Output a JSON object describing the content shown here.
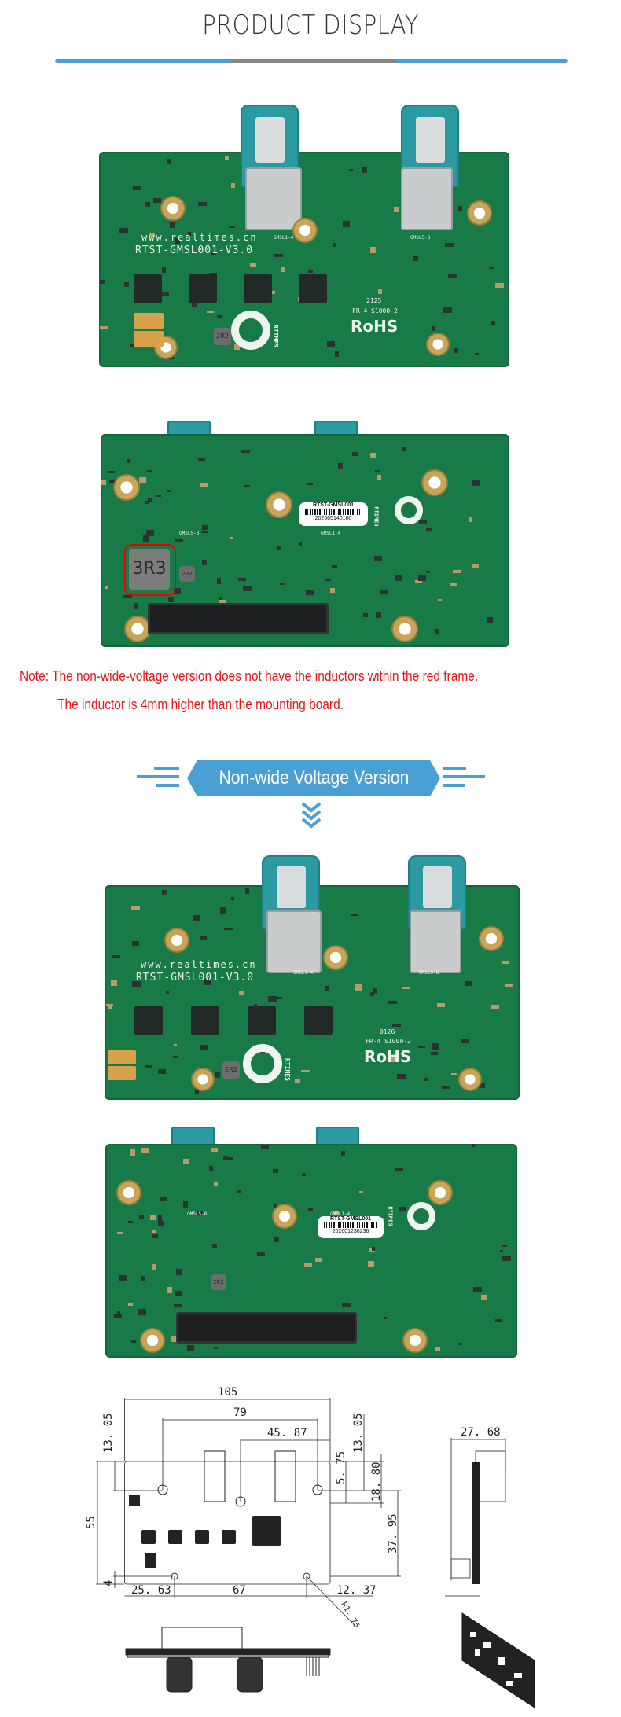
{
  "header": {
    "title": "PRODUCT DISPLAY",
    "colors": {
      "accent": "#4aa0d5",
      "divider_mid": "#858585"
    }
  },
  "boards": {
    "wide_front": {
      "website": "www.realtimes.cn",
      "model": "RTST-GMSL001-V3.0",
      "port_left": "GMSL1-4",
      "port_right": "GMSL5-8",
      "date_code": "2125",
      "material": "FR-4  S1000-2",
      "rohs": "RoHS",
      "brand": "RTIMES",
      "inductor_small": "2R2"
    },
    "wide_back": {
      "port_left": "GMSL5-8",
      "port_right": "GMSL1-4",
      "label_model": "RTST-GMSL001",
      "serial": "202505140160",
      "inductor_large": "3R3",
      "inductor_small": "2R2",
      "brand": "RTIMES"
    },
    "nonwide_front": {
      "website": "www.realtimes.cn",
      "model": "RTST-GMSL001-V3.0",
      "port_left": "GMSL1-4",
      "port_right": "GMSL5-8",
      "date_code": "0126",
      "material": "FR-4  S1000-2",
      "rohs": "RoHS",
      "brand": "RTIMES",
      "inductor_small": "2R2"
    },
    "nonwide_back": {
      "port_left": "GMSL5-8",
      "port_right": "GMSL1-4",
      "label_model": "RTST-GMSL001",
      "serial": "202601230236",
      "inductor_small": "2R2",
      "brand": "RTIMES"
    }
  },
  "notes": {
    "line1": "Note: The non-wide-voltage version does not have the inductors within the red frame.",
    "line2": "The inductor is 4mm higher than the mounting board."
  },
  "section": {
    "banner": "Non-wide Voltage Version"
  },
  "drawing": {
    "dims": {
      "overall_width": "105",
      "hole_spacing": "79",
      "connector_offset": "45. 87",
      "top_left": "13. 05",
      "top_right": "13. 05",
      "height": "55",
      "bottom_offset": "4",
      "left_offset": "25. 63",
      "bottom_hole_spacing": "67",
      "right_offset": "12. 37",
      "radius": "R1. 75",
      "small_offset": "5. 75",
      "hole_to_top": "18. 80",
      "hole_height": "37. 95",
      "side_depth": "27. 68"
    }
  }
}
